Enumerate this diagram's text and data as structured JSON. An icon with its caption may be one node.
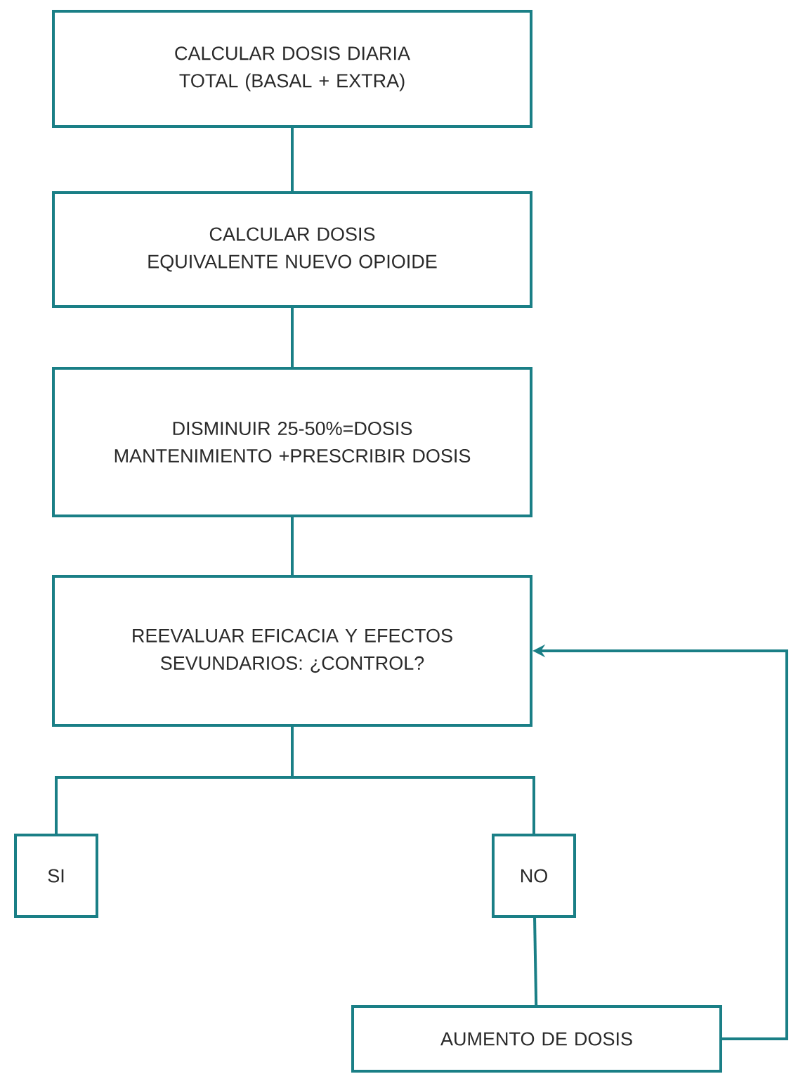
{
  "diagram": {
    "nodes": [
      {
        "text": [
          "CALCULAR DOSIS DIARIA TOTAL (BASAL + EXTRA)"
        ]
      },
      {
        "text": [
          "CALCULAR DOSIS EQUIVALENTE NUEVO OPIOIDE"
        ]
      },
      {
        "text": [
          "DISMINUIR 25-50%=DOSIS MANTENIMIENTO +PRESCRIBIR DOSIS"
        ]
      },
      {
        "text": [
          "REEVALUAR EFICACIA Y EFECTOS SEVUNDARIOS: ¿CONTROL?"
        ]
      },
      {
        "text": [
          "SI"
        ]
      },
      {
        "text": [
          "NO"
        ]
      },
      {
        "text": [
          "AUMENTO DE DOSIS"
        ]
      }
    ],
    "edges": [
      {
        "from": 0,
        "to": 1,
        "arrow": "none"
      },
      {
        "from": 1,
        "to": 2,
        "arrow": "none"
      },
      {
        "from": 2,
        "to": 3,
        "arrow": "none"
      },
      {
        "from": 3,
        "to": 4,
        "arrow": "none"
      },
      {
        "from": 3,
        "to": 5,
        "arrow": "none"
      },
      {
        "from": 5,
        "to": 6,
        "arrow": "none"
      },
      {
        "from": 6,
        "to": 3,
        "arrow": "to"
      }
    ]
  }
}
